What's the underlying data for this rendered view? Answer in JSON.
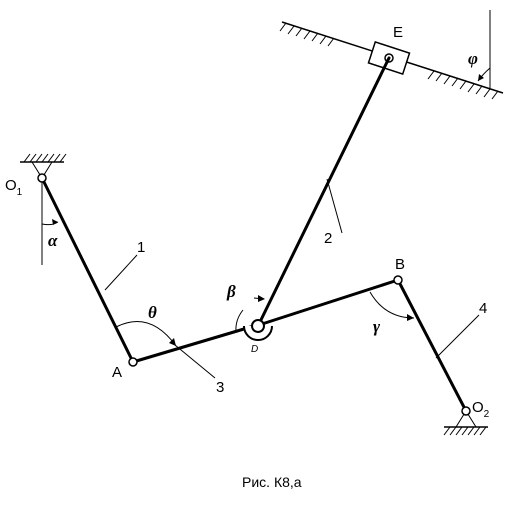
{
  "labels": {
    "O1": "O",
    "O1_sub": "1",
    "O2": "O",
    "O2_sub": "2",
    "A": "A",
    "B": "B",
    "D": "D",
    "E": "E",
    "link1": "1",
    "link2": "2",
    "link3": "3",
    "link4": "4"
  },
  "angles": {
    "alpha": "α",
    "beta": "β",
    "gamma": "γ",
    "theta": "θ",
    "phi": "φ"
  },
  "caption": "Рис. К8,а"
}
